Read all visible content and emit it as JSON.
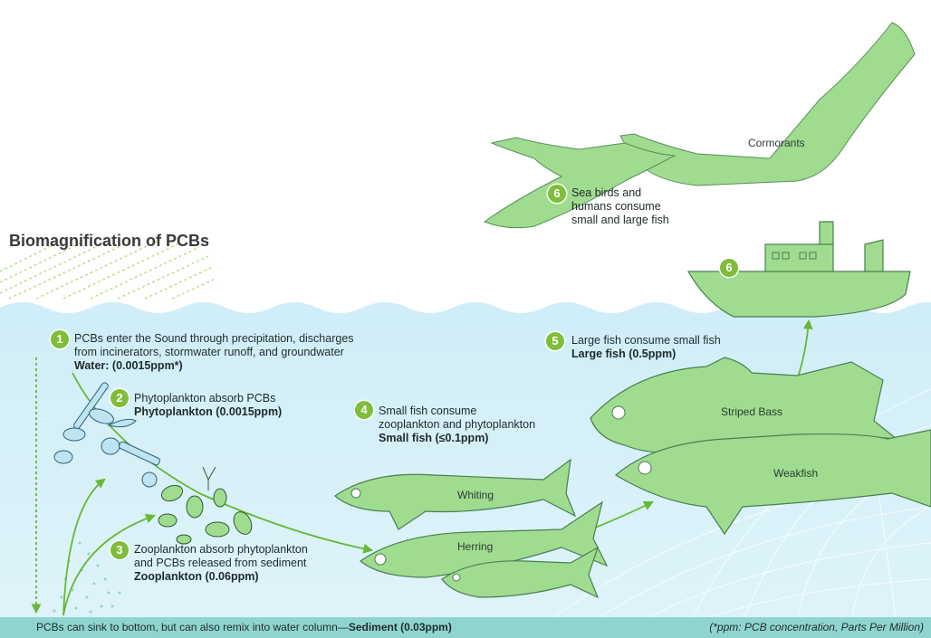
{
  "title": "Biomagnification of PCBs",
  "colors": {
    "water": "#d2eef7",
    "organism": "#9fdc8f",
    "badge": "#7fbd3a",
    "sediment": "#8fd5cf",
    "arrow": "#67b832"
  },
  "steps": [
    {
      "number": "1",
      "lines": [
        "PCBs enter the Sound through precipitation, discharges",
        "from incinerators, stormwater runoff, and groundwater"
      ],
      "level": "Water: (0.0015ppm*)"
    },
    {
      "number": "2",
      "lines": [
        "Phytoplankton absorb PCBs"
      ],
      "level": "Phytoplankton (0.0015ppm)"
    },
    {
      "number": "3",
      "lines": [
        "Zooplankton absorb phytoplankton",
        "and PCBs released from sediment"
      ],
      "level": "Zooplankton (0.06ppm)"
    },
    {
      "number": "4",
      "lines": [
        "Small fish consume",
        "zooplankton and phytoplankton"
      ],
      "level": "Small fish (≤0.1ppm)"
    },
    {
      "number": "5",
      "lines": [
        "Large fish consume small fish"
      ],
      "level": "Large fish (0.5ppm)"
    },
    {
      "number": "6",
      "lines": [
        "Sea birds and",
        "humans consume",
        "small and large fish"
      ]
    }
  ],
  "boat_badge": "6",
  "organisms": {
    "cormorants": "Cormorants",
    "striped_bass": "Striped Bass",
    "weakfish": "Weakfish",
    "whiting": "Whiting",
    "herring": "Herring"
  },
  "sediment": {
    "text": "PCBs can sink to bottom,  but can also remix into water column—",
    "level": "Sediment (0.03ppm)"
  },
  "footnote": "(*ppm: PCB concentration, Parts Per Million)"
}
